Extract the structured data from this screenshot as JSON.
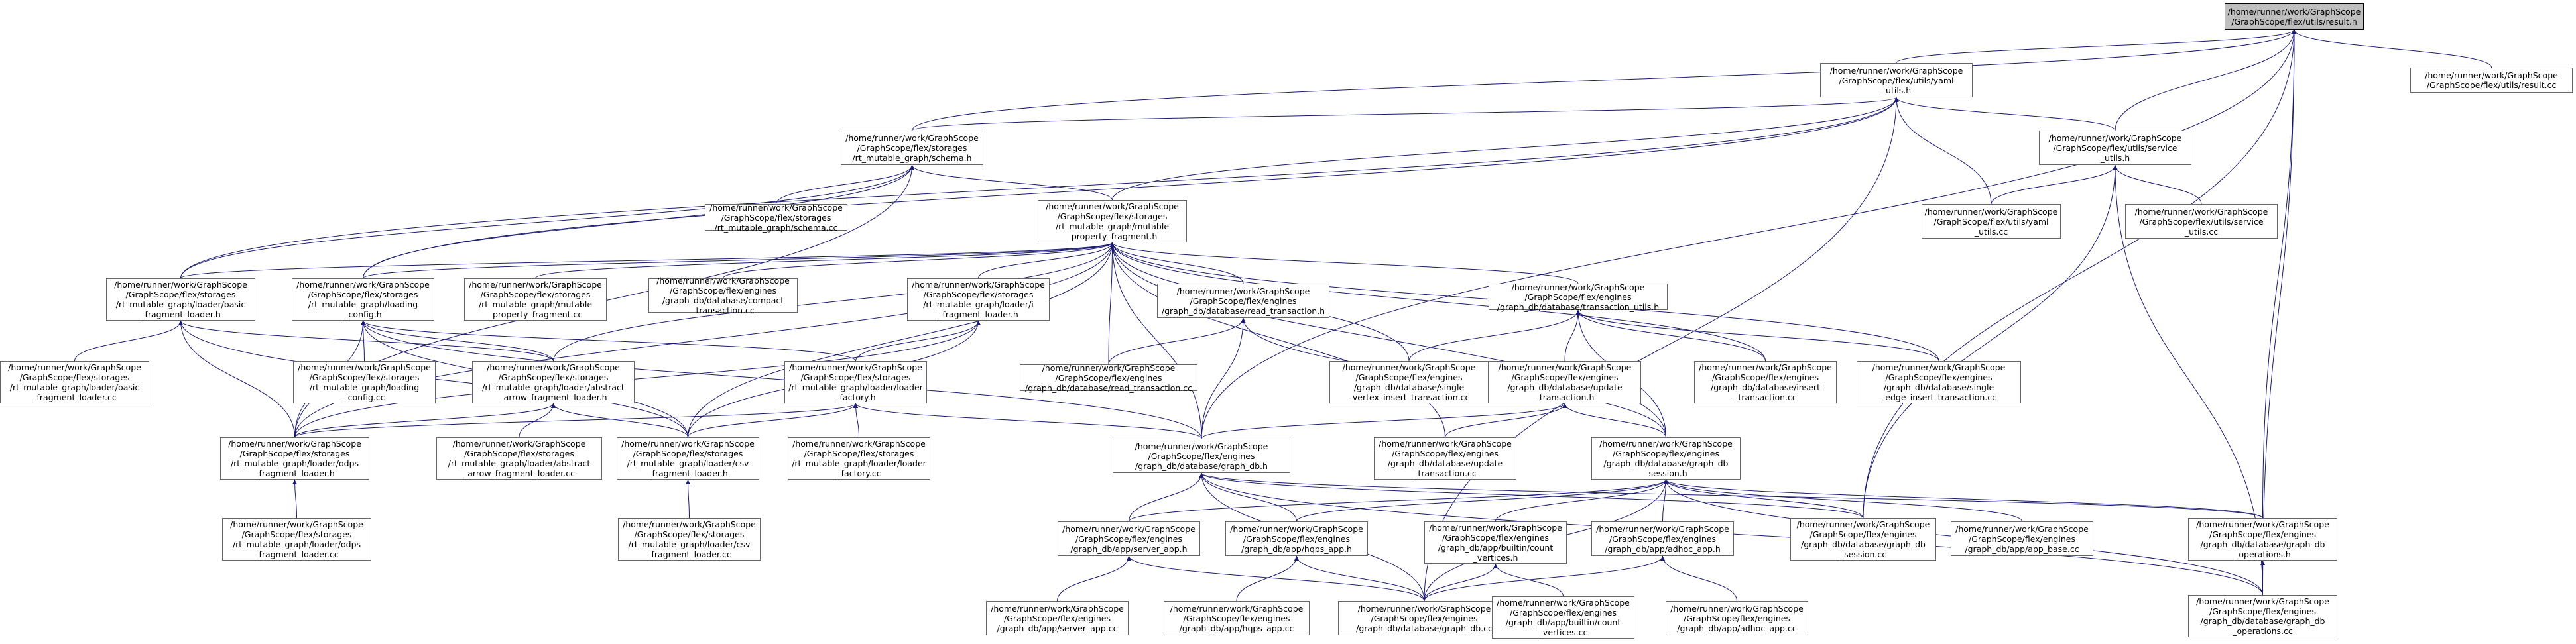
{
  "colors": {
    "edge": "#191970",
    "node_border": "#666666",
    "root_fill": "#bfbfbf",
    "background": "#ffffff"
  },
  "nodes": [
    {
      "id": "result_h",
      "lines": [
        "/home/runner/work/GraphScope",
        "/GraphScope/flex/utils/result.h"
      ],
      "root": true
    },
    {
      "id": "yaml_utils_h",
      "lines": [
        "/home/runner/work/GraphScope",
        "/GraphScope/flex/utils/yaml",
        "_utils.h"
      ]
    },
    {
      "id": "result_cc",
      "lines": [
        "/home/runner/work/GraphScope",
        "/GraphScope/flex/utils/result.cc"
      ]
    },
    {
      "id": "schema_h",
      "lines": [
        "/home/runner/work/GraphScope",
        "/GraphScope/flex/storages",
        "/rt_mutable_graph/schema.h"
      ]
    },
    {
      "id": "service_utils_h",
      "lines": [
        "/home/runner/work/GraphScope",
        "/GraphScope/flex/utils/service",
        "_utils.h"
      ]
    },
    {
      "id": "schema_cc",
      "lines": [
        "/home/runner/work/GraphScope",
        "/GraphScope/flex/storages",
        "/rt_mutable_graph/schema.cc"
      ]
    },
    {
      "id": "mpf_h",
      "lines": [
        "/home/runner/work/GraphScope",
        "/GraphScope/flex/storages",
        "/rt_mutable_graph/mutable",
        "_property_fragment.h"
      ]
    },
    {
      "id": "yaml_utils_cc",
      "lines": [
        "/home/runner/work/GraphScope",
        "/GraphScope/flex/utils/yaml",
        "_utils.cc"
      ]
    },
    {
      "id": "service_utils_cc",
      "lines": [
        "/home/runner/work/GraphScope",
        "/GraphScope/flex/utils/service",
        "_utils.cc"
      ]
    },
    {
      "id": "basic_loader_h",
      "lines": [
        "/home/runner/work/GraphScope",
        "/GraphScope/flex/storages",
        "/rt_mutable_graph/loader/basic",
        "_fragment_loader.h"
      ]
    },
    {
      "id": "loading_config_h",
      "lines": [
        "/home/runner/work/GraphScope",
        "/GraphScope/flex/storages",
        "/rt_mutable_graph/loading",
        "_config.h"
      ]
    },
    {
      "id": "mpf_cc",
      "lines": [
        "/home/runner/work/GraphScope",
        "/GraphScope/flex/storages",
        "/rt_mutable_graph/mutable",
        "_property_fragment.cc"
      ]
    },
    {
      "id": "compact_cc",
      "lines": [
        "/home/runner/work/GraphScope",
        "/GraphScope/flex/engines",
        "/graph_db/database/compact",
        "_transaction.cc"
      ]
    },
    {
      "id": "i_loader_h",
      "lines": [
        "/home/runner/work/GraphScope",
        "/GraphScope/flex/storages",
        "/rt_mutable_graph/loader/i",
        "_fragment_loader.h"
      ]
    },
    {
      "id": "read_txn_h",
      "lines": [
        "/home/runner/work/GraphScope",
        "/GraphScope/flex/engines",
        "/graph_db/database/read_transaction.h"
      ]
    },
    {
      "id": "txn_utils_h",
      "lines": [
        "/home/runner/work/GraphScope",
        "/GraphScope/flex/engines",
        "/graph_db/database/transaction_utils.h"
      ]
    },
    {
      "id": "basic_loader_cc",
      "lines": [
        "/home/runner/work/GraphScope",
        "/GraphScope/flex/storages",
        "/rt_mutable_graph/loader/basic",
        "_fragment_loader.cc"
      ]
    },
    {
      "id": "loading_config_cc",
      "lines": [
        "/home/runner/work/GraphScope",
        "/GraphScope/flex/storages",
        "/rt_mutable_graph/loading",
        "_config.cc"
      ]
    },
    {
      "id": "abstract_loader_h",
      "lines": [
        "/home/runner/work/GraphScope",
        "/GraphScope/flex/storages",
        "/rt_mutable_graph/loader/abstract",
        "_arrow_fragment_loader.h"
      ]
    },
    {
      "id": "loader_factory_h",
      "lines": [
        "/home/runner/work/GraphScope",
        "/GraphScope/flex/storages",
        "/rt_mutable_graph/loader/loader",
        "_factory.h"
      ]
    },
    {
      "id": "read_txn_cc",
      "lines": [
        "/home/runner/work/GraphScope",
        "/GraphScope/flex/engines",
        "/graph_db/database/read_transaction.cc"
      ]
    },
    {
      "id": "single_vertex_cc",
      "lines": [
        "/home/runner/work/GraphScope",
        "/GraphScope/flex/engines",
        "/graph_db/database/single",
        "_vertex_insert_transaction.cc"
      ]
    },
    {
      "id": "update_txn_h",
      "lines": [
        "/home/runner/work/GraphScope",
        "/GraphScope/flex/engines",
        "/graph_db/database/update",
        "_transaction.h"
      ]
    },
    {
      "id": "insert_txn_cc",
      "lines": [
        "/home/runner/work/GraphScope",
        "/GraphScope/flex/engines",
        "/graph_db/database/insert",
        "_transaction.cc"
      ]
    },
    {
      "id": "single_edge_cc",
      "lines": [
        "/home/runner/work/GraphScope",
        "/GraphScope/flex/engines",
        "/graph_db/database/single",
        "_edge_insert_transaction.cc"
      ]
    },
    {
      "id": "odps_loader_h",
      "lines": [
        "/home/runner/work/GraphScope",
        "/GraphScope/flex/storages",
        "/rt_mutable_graph/loader/odps",
        "_fragment_loader.h"
      ]
    },
    {
      "id": "abstract_loader_cc",
      "lines": [
        "/home/runner/work/GraphScope",
        "/GraphScope/flex/storages",
        "/rt_mutable_graph/loader/abstract",
        "_arrow_fragment_loader.cc"
      ]
    },
    {
      "id": "csv_loader_h",
      "lines": [
        "/home/runner/work/GraphScope",
        "/GraphScope/flex/storages",
        "/rt_mutable_graph/loader/csv",
        "_fragment_loader.h"
      ]
    },
    {
      "id": "loader_factory_cc",
      "lines": [
        "/home/runner/work/GraphScope",
        "/GraphScope/flex/storages",
        "/rt_mutable_graph/loader/loader",
        "_factory.cc"
      ]
    },
    {
      "id": "graph_db_h",
      "lines": [
        "/home/runner/work/GraphScope",
        "/GraphScope/flex/engines",
        "/graph_db/database/graph_db.h"
      ]
    },
    {
      "id": "update_txn_cc",
      "lines": [
        "/home/runner/work/GraphScope",
        "/GraphScope/flex/engines",
        "/graph_db/database/update",
        "_transaction.cc"
      ]
    },
    {
      "id": "session_h",
      "lines": [
        "/home/runner/work/GraphScope",
        "/GraphScope/flex/engines",
        "/graph_db/database/graph_db",
        "_session.h"
      ]
    },
    {
      "id": "odps_loader_cc",
      "lines": [
        "/home/runner/work/GraphScope",
        "/GraphScope/flex/storages",
        "/rt_mutable_graph/loader/odps",
        "_fragment_loader.cc"
      ]
    },
    {
      "id": "csv_loader_cc",
      "lines": [
        "/home/runner/work/GraphScope",
        "/GraphScope/flex/storages",
        "/rt_mutable_graph/loader/csv",
        "_fragment_loader.cc"
      ]
    },
    {
      "id": "server_app_h",
      "lines": [
        "/home/runner/work/GraphScope",
        "/GraphScope/flex/engines",
        "/graph_db/app/server_app.h"
      ]
    },
    {
      "id": "hqps_app_h",
      "lines": [
        "/home/runner/work/GraphScope",
        "/GraphScope/flex/engines",
        "/graph_db/app/hqps_app.h"
      ]
    },
    {
      "id": "builtin_h",
      "lines": [
        "/home/runner/work/GraphScope",
        "/GraphScope/flex/engines",
        "/graph_db/app/builtin/count",
        "_vertices.h"
      ]
    },
    {
      "id": "adhoc_h",
      "lines": [
        "/home/runner/work/GraphScope",
        "/GraphScope/flex/engines",
        "/graph_db/app/adhoc_app.h"
      ]
    },
    {
      "id": "session_cc",
      "lines": [
        "/home/runner/work/GraphScope",
        "/GraphScope/flex/engines",
        "/graph_db/database/graph_db",
        "_session.cc"
      ]
    },
    {
      "id": "app_base_cc",
      "lines": [
        "/home/runner/work/GraphScope",
        "/GraphScope/flex/engines",
        "/graph_db/app/app_base.cc"
      ]
    },
    {
      "id": "ops_h",
      "lines": [
        "/home/runner/work/GraphScope",
        "/GraphScope/flex/engines",
        "/graph_db/database/graph_db",
        "_operations.h"
      ]
    },
    {
      "id": "server_app_cc",
      "lines": [
        "/home/runner/work/GraphScope",
        "/GraphScope/flex/engines",
        "/graph_db/app/server_app.cc"
      ]
    },
    {
      "id": "hqps_app_cc",
      "lines": [
        "/home/runner/work/GraphScope",
        "/GraphScope/flex/engines",
        "/graph_db/app/hqps_app.cc"
      ]
    },
    {
      "id": "graph_db_cc",
      "lines": [
        "/home/runner/work/GraphScope",
        "/GraphScope/flex/engines",
        "/graph_db/database/graph_db.cc"
      ]
    },
    {
      "id": "builtin_cc",
      "lines": [
        "/home/runner/work/GraphScope",
        "/GraphScope/flex/engines",
        "/graph_db/app/builtin/count",
        "_vertices.cc"
      ]
    },
    {
      "id": "adhoc_cc",
      "lines": [
        "/home/runner/work/GraphScope",
        "/GraphScope/flex/engines",
        "/graph_db/app/adhoc_app.cc"
      ]
    },
    {
      "id": "ops_cc",
      "lines": [
        "/home/runner/work/GraphScope",
        "/GraphScope/flex/engines",
        "/graph_db/database/graph_db",
        "_operations.cc"
      ]
    }
  ],
  "edges": [
    [
      "yaml_utils_h",
      "result_h"
    ],
    [
      "schema_h",
      "result_h"
    ],
    [
      "service_utils_h",
      "result_h"
    ],
    [
      "result_cc",
      "result_h"
    ],
    [
      "graph_db_h",
      "result_h"
    ],
    [
      "session_cc",
      "result_h"
    ],
    [
      "ops_h",
      "result_h"
    ],
    [
      "ops_cc",
      "result_h"
    ],
    [
      "schema_h",
      "yaml_utils_h"
    ],
    [
      "service_utils_h",
      "yaml_utils_h"
    ],
    [
      "mpf_h",
      "yaml_utils_h"
    ],
    [
      "yaml_utils_cc",
      "yaml_utils_h"
    ],
    [
      "loading_config_h",
      "yaml_utils_h"
    ],
    [
      "basic_loader_h",
      "yaml_utils_h"
    ],
    [
      "graph_db_cc",
      "yaml_utils_h"
    ],
    [
      "yaml_utils_cc",
      "service_utils_h"
    ],
    [
      "service_utils_cc",
      "service_utils_h"
    ],
    [
      "session_cc",
      "service_utils_h"
    ],
    [
      "ops_cc",
      "service_utils_h"
    ],
    [
      "schema_cc",
      "schema_h"
    ],
    [
      "mpf_h",
      "schema_h"
    ],
    [
      "basic_loader_h",
      "schema_h"
    ],
    [
      "loading_config_h",
      "schema_h"
    ],
    [
      "odps_loader_h",
      "schema_h"
    ],
    [
      "basic_loader_h",
      "mpf_h"
    ],
    [
      "loading_config_h",
      "mpf_h"
    ],
    [
      "mpf_cc",
      "mpf_h"
    ],
    [
      "compact_cc",
      "mpf_h"
    ],
    [
      "i_loader_h",
      "mpf_h"
    ],
    [
      "read_txn_h",
      "mpf_h"
    ],
    [
      "txn_utils_h",
      "mpf_h"
    ],
    [
      "abstract_loader_h",
      "mpf_h"
    ],
    [
      "csv_loader_h",
      "mpf_h"
    ],
    [
      "odps_loader_h",
      "mpf_h"
    ],
    [
      "graph_db_h",
      "mpf_h"
    ],
    [
      "read_txn_cc",
      "mpf_h"
    ],
    [
      "single_vertex_cc",
      "mpf_h"
    ],
    [
      "insert_txn_cc",
      "mpf_h"
    ],
    [
      "single_edge_cc",
      "mpf_h"
    ],
    [
      "update_txn_cc",
      "mpf_h"
    ],
    [
      "session_h",
      "mpf_h"
    ],
    [
      "basic_loader_cc",
      "basic_loader_h"
    ],
    [
      "abstract_loader_h",
      "basic_loader_h"
    ],
    [
      "odps_loader_h",
      "basic_loader_h"
    ],
    [
      "csv_loader_h",
      "basic_loader_h"
    ],
    [
      "loading_config_cc",
      "loading_config_h"
    ],
    [
      "abstract_loader_h",
      "loading_config_h"
    ],
    [
      "loader_factory_h",
      "loading_config_h"
    ],
    [
      "odps_loader_h",
      "loading_config_h"
    ],
    [
      "csv_loader_h",
      "loading_config_h"
    ],
    [
      "graph_db_h",
      "loading_config_h"
    ],
    [
      "loader_factory_h",
      "i_loader_h"
    ],
    [
      "odps_loader_h",
      "i_loader_h"
    ],
    [
      "csv_loader_h",
      "i_loader_h"
    ],
    [
      "read_txn_cc",
      "read_txn_h"
    ],
    [
      "graph_db_h",
      "read_txn_h"
    ],
    [
      "session_h",
      "read_txn_h"
    ],
    [
      "single_vertex_cc",
      "txn_utils_h"
    ],
    [
      "update_txn_h",
      "txn_utils_h"
    ],
    [
      "insert_txn_cc",
      "txn_utils_h"
    ],
    [
      "single_edge_cc",
      "txn_utils_h"
    ],
    [
      "session_h",
      "txn_utils_h"
    ],
    [
      "odps_loader_h",
      "abstract_loader_h"
    ],
    [
      "abstract_loader_cc",
      "abstract_loader_h"
    ],
    [
      "csv_loader_h",
      "abstract_loader_h"
    ],
    [
      "odps_loader_h",
      "loader_factory_h"
    ],
    [
      "csv_loader_h",
      "loader_factory_h"
    ],
    [
      "loader_factory_cc",
      "loader_factory_h"
    ],
    [
      "graph_db_h",
      "loader_factory_h"
    ],
    [
      "graph_db_h",
      "update_txn_h"
    ],
    [
      "update_txn_cc",
      "update_txn_h"
    ],
    [
      "session_h",
      "update_txn_h"
    ],
    [
      "odps_loader_cc",
      "odps_loader_h"
    ],
    [
      "csv_loader_cc",
      "csv_loader_h"
    ],
    [
      "server_app_h",
      "graph_db_h"
    ],
    [
      "hqps_app_h",
      "graph_db_h"
    ],
    [
      "session_cc",
      "graph_db_h"
    ],
    [
      "ops_h",
      "graph_db_h"
    ],
    [
      "graph_db_cc",
      "graph_db_h"
    ],
    [
      "ops_cc",
      "graph_db_h"
    ],
    [
      "server_app_h",
      "session_h"
    ],
    [
      "hqps_app_h",
      "session_h"
    ],
    [
      "builtin_h",
      "session_h"
    ],
    [
      "adhoc_h",
      "session_h"
    ],
    [
      "session_cc",
      "session_h"
    ],
    [
      "app_base_cc",
      "session_h"
    ],
    [
      "ops_h",
      "session_h"
    ],
    [
      "graph_db_cc",
      "session_h"
    ],
    [
      "ops_cc",
      "session_h"
    ],
    [
      "server_app_cc",
      "server_app_h"
    ],
    [
      "graph_db_cc",
      "server_app_h"
    ],
    [
      "hqps_app_cc",
      "hqps_app_h"
    ],
    [
      "graph_db_cc",
      "hqps_app_h"
    ],
    [
      "graph_db_cc",
      "builtin_h"
    ],
    [
      "builtin_cc",
      "builtin_h"
    ],
    [
      "graph_db_cc",
      "adhoc_h"
    ],
    [
      "adhoc_cc",
      "adhoc_h"
    ],
    [
      "ops_cc",
      "ops_h"
    ]
  ]
}
